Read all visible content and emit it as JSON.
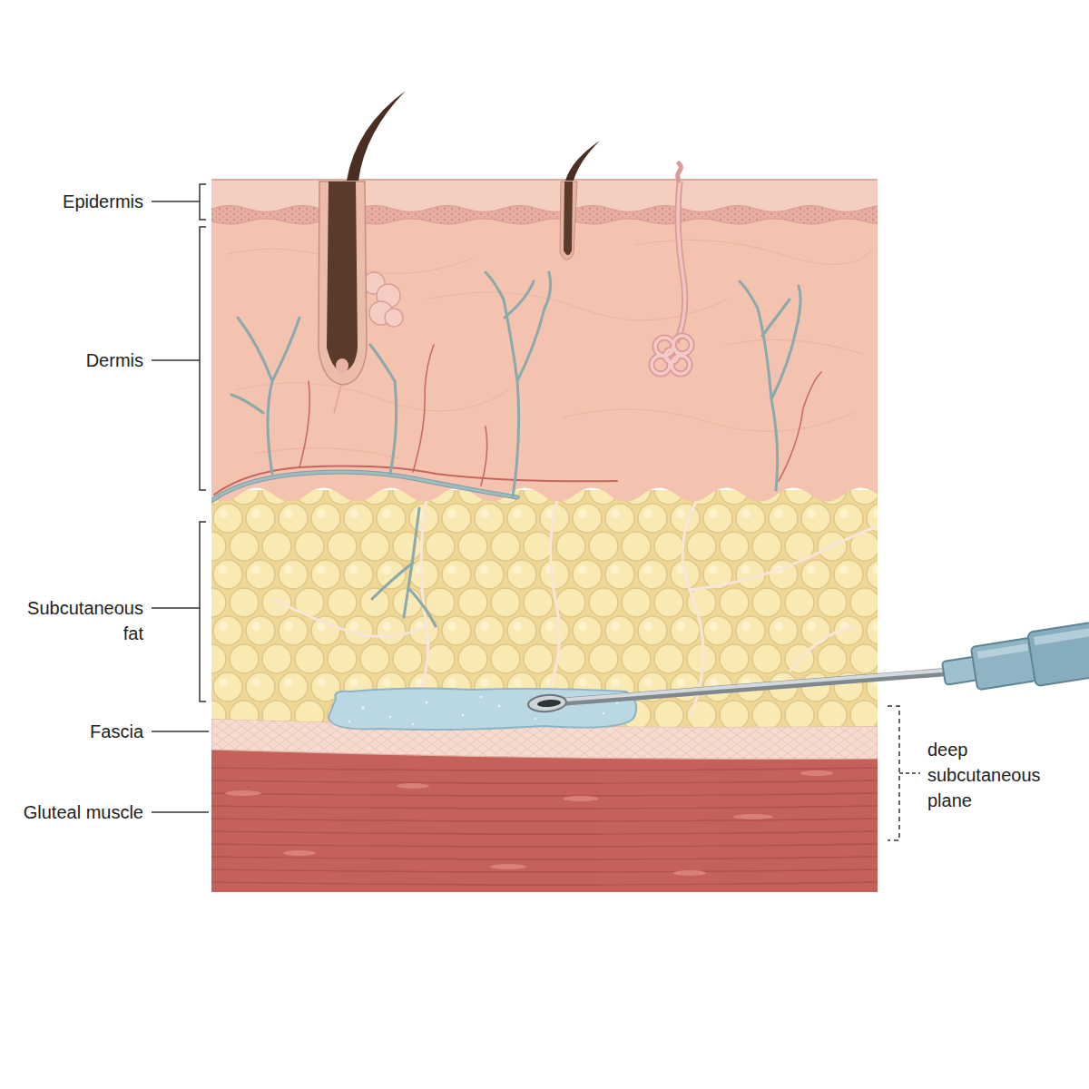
{
  "diagram": {
    "labels": [
      "Epidermis",
      "Dermis",
      "Subcutaneous fat",
      "Fascia",
      "Gluteal muscle",
      "deep subcutaneous plane"
    ]
  }
}
